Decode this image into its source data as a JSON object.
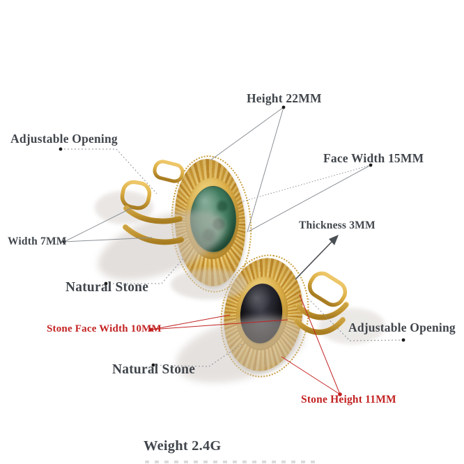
{
  "labels": {
    "height": "Height 22MM",
    "adjustable_opening_left": "Adjustable Opening",
    "face_width": "Face Width 15MM",
    "width": "Width 7MM",
    "thickness": "Thickness 3MM",
    "natural_stone_green": "Natural Stone",
    "stone_face_width": "Stone Face Width 10MM",
    "adjustable_opening_right": "Adjustable Opening",
    "natural_stone_black": "Natural Stone",
    "stone_height": "Stone Height 11MM",
    "weight": "Weight 2.4G"
  },
  "rings": [
    {
      "stone_color_name": "green natural stone",
      "stone_hex": "#3f7a5e"
    },
    {
      "stone_color_name": "black natural stone",
      "stone_hex": "#1b1b20"
    }
  ],
  "colors": {
    "gold": "#d9ab41",
    "gold_dark": "#b9872a",
    "gold_light": "#edc96f",
    "annotation_text": "#41464c",
    "annotation_red": "#c32222",
    "annotation_line": "#8b9095",
    "background": "#ffffff"
  }
}
